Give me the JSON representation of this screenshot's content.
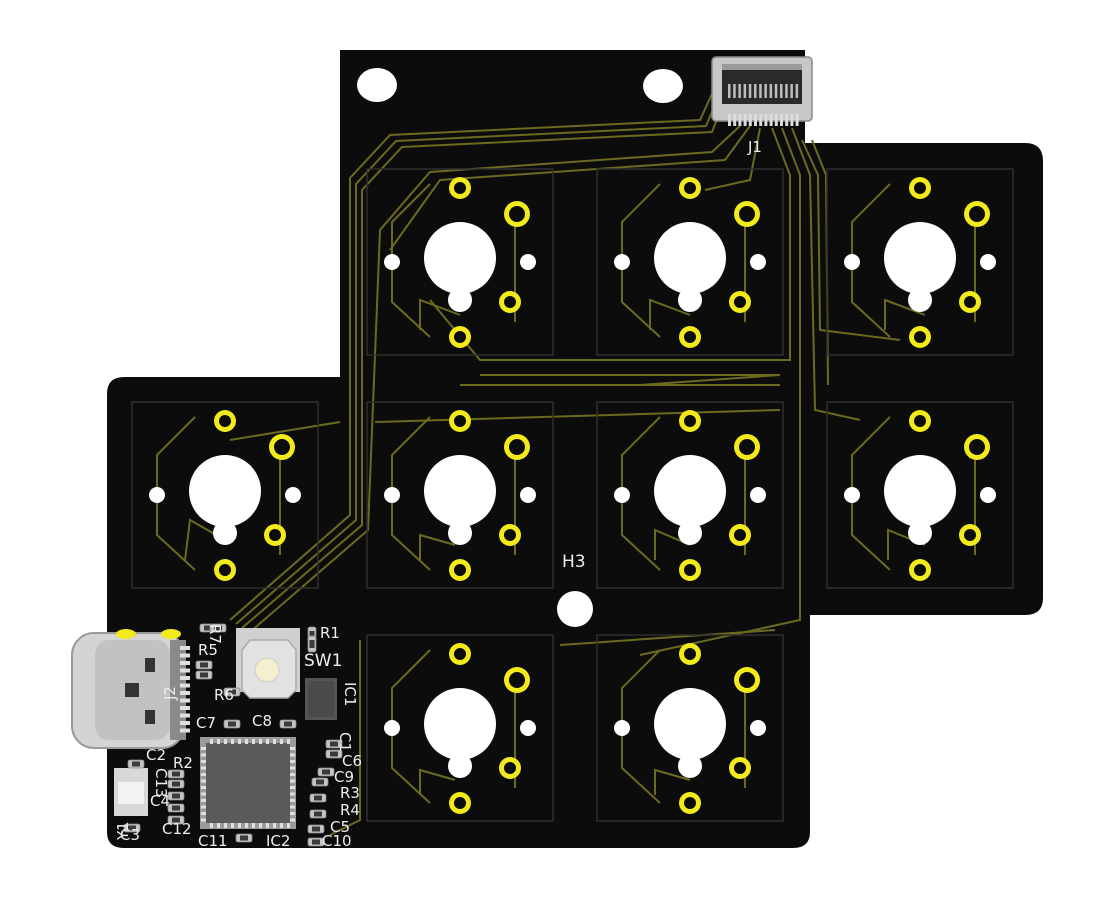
{
  "board": {
    "colors": {
      "board": "#0c0c0c",
      "silk": "#eeeeee",
      "trace": "#6b6a1e",
      "pad": "#f2ea1a",
      "drill": "#ffffff",
      "chip": "#555555"
    }
  },
  "labels": {
    "j1": "J1",
    "h3": "H3",
    "r1": "R1",
    "sw1": "SW1",
    "ic1": "IC1",
    "r7": "R7",
    "r5": "R5",
    "j2": "J2",
    "r6": "R6",
    "c7": "C7",
    "c8": "C8",
    "c1": "C1",
    "c6": "C6",
    "c9": "C9",
    "r3": "R3",
    "r4": "R4",
    "c5": "C5",
    "c10": "C10",
    "c2": "C2",
    "r2": "R2",
    "c13": "C13",
    "c4": "C4",
    "y1": "Y1",
    "c12": "C12",
    "c11": "C11",
    "ic2": "IC2",
    "c3": "C3"
  },
  "switches": [
    {
      "id": "key-1",
      "row": 0,
      "col": 1
    },
    {
      "id": "key-2",
      "row": 0,
      "col": 2
    },
    {
      "id": "key-3",
      "row": 0,
      "col": 3
    },
    {
      "id": "key-4",
      "row": 1,
      "col": 0
    },
    {
      "id": "key-5",
      "row": 1,
      "col": 1
    },
    {
      "id": "key-6",
      "row": 1,
      "col": 2
    },
    {
      "id": "key-7",
      "row": 1,
      "col": 3
    },
    {
      "id": "key-8",
      "row": 2,
      "col": 1
    },
    {
      "id": "key-9",
      "row": 2,
      "col": 2
    }
  ]
}
